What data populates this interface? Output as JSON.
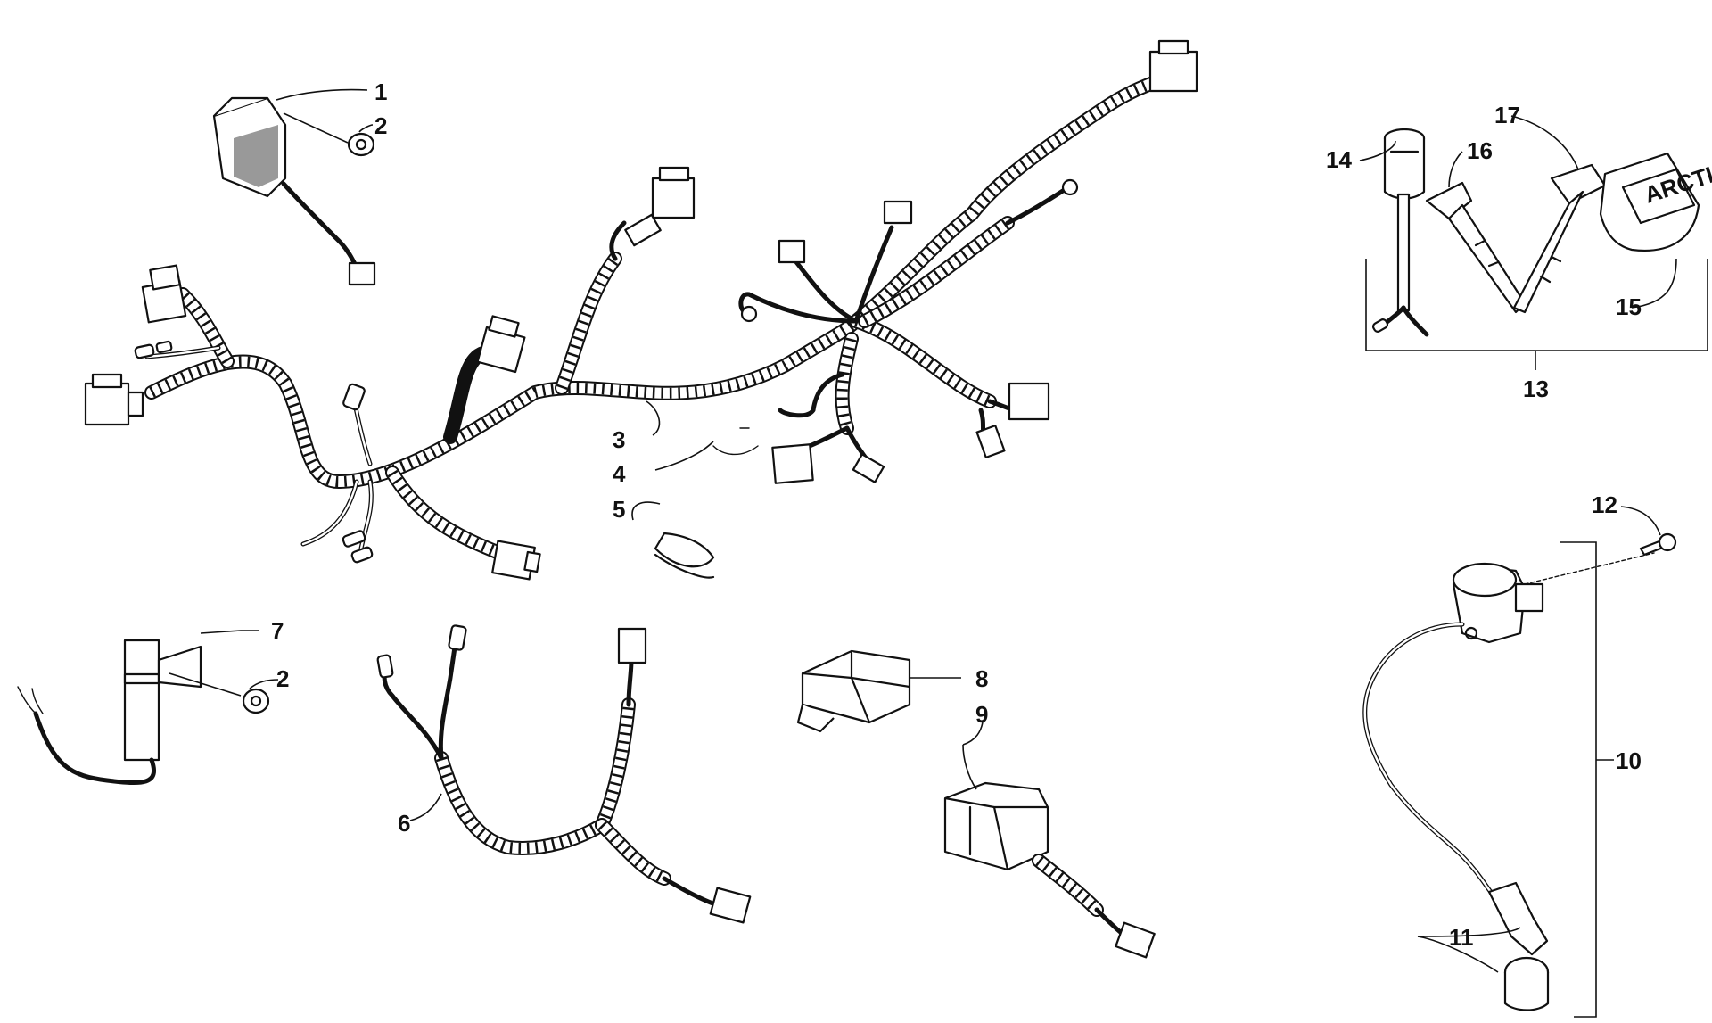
{
  "callouts": {
    "c1": "1",
    "c2a": "2",
    "c2b": "2",
    "c3": "3",
    "c4": "4",
    "c5": "5",
    "c6": "6",
    "c7": "7",
    "c8": "8",
    "c9": "9",
    "c10": "10",
    "c11": "11",
    "c12": "12",
    "c13": "13",
    "c14": "14",
    "c15": "15",
    "c16": "16",
    "c17": "17"
  },
  "key_fob_text": "ARCTIC CAT",
  "colors": {
    "line": "#111111",
    "background": "#ffffff"
  }
}
